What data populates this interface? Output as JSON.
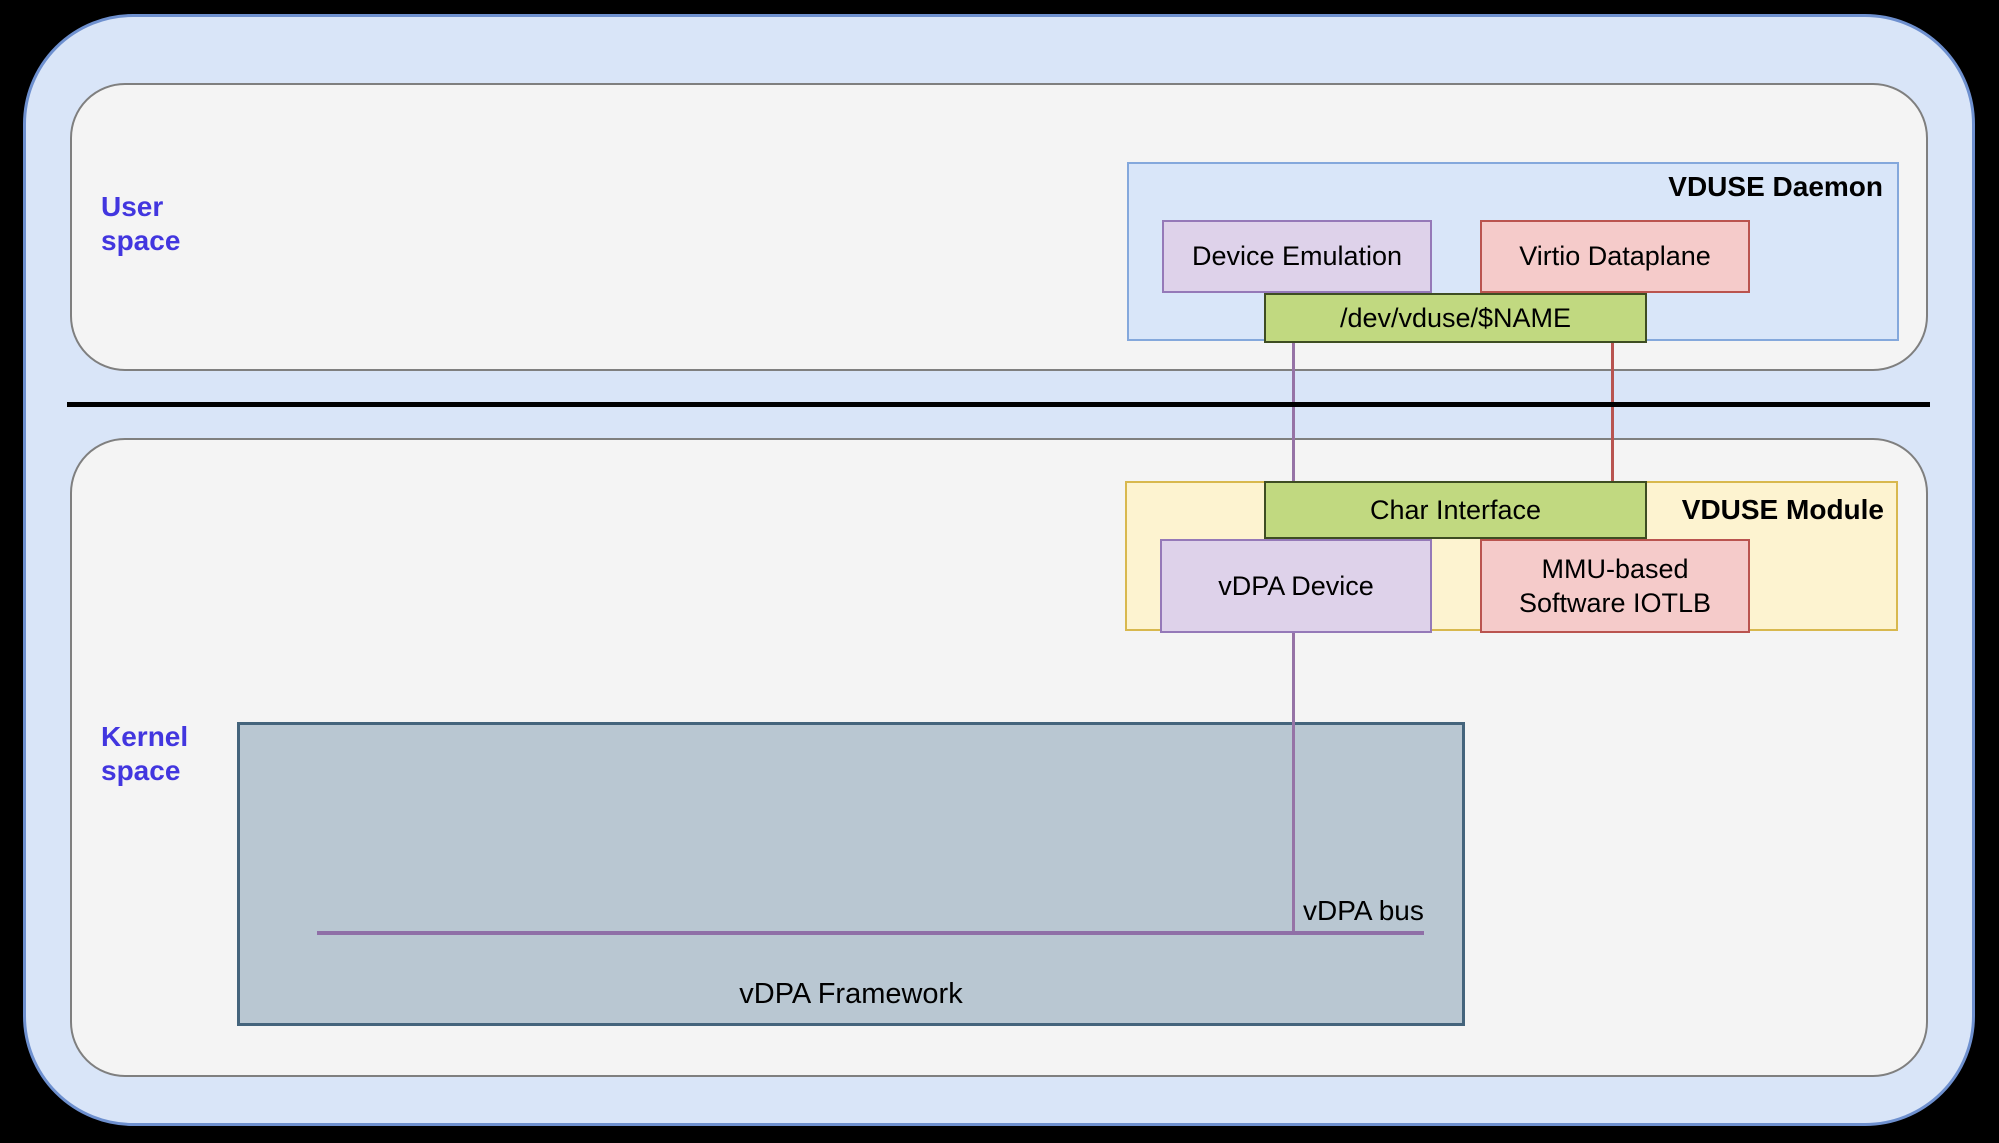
{
  "colors": {
    "page_background": "#000000",
    "outer_container_fill": "#d9e5f8",
    "outer_container_border": "#6e90cf",
    "space_region_fill": "#f4f4f4",
    "space_region_border": "#7f7f7f",
    "space_label_text": "#4236df",
    "daemon_fill": "#d9e6f9",
    "daemon_border": "#84a8dc",
    "lavender_fill": "#ded2ea",
    "lavender_border": "#9579b8",
    "pink_fill": "#f5cbca",
    "pink_border": "#ba544f",
    "green_fill": "#c1d980",
    "green_border": "#3e4d22",
    "module_fill": "#fdf3d0",
    "module_border": "#d8b84e",
    "framework_fill": "#b9c7d2",
    "framework_border": "#44647c",
    "purple_connector": "#9673a6",
    "red_connector": "#b85450",
    "separator": "#000000"
  },
  "user_space": {
    "label": "User space",
    "daemon": {
      "title": "VDUSE Daemon",
      "device_emulation": "Device Emulation",
      "virtio_dataplane": "Virtio Dataplane",
      "char_device": "/dev/vduse/$NAME"
    }
  },
  "kernel_space": {
    "label": "Kernel space",
    "module": {
      "title": "VDUSE Module",
      "char_interface": "Char Interface",
      "vdpa_device": "vDPA Device",
      "mmu_iotlb": "MMU-based\nSoftware IOTLB"
    },
    "framework": {
      "title": "vDPA Framework",
      "bus_label": "vDPA bus"
    }
  }
}
